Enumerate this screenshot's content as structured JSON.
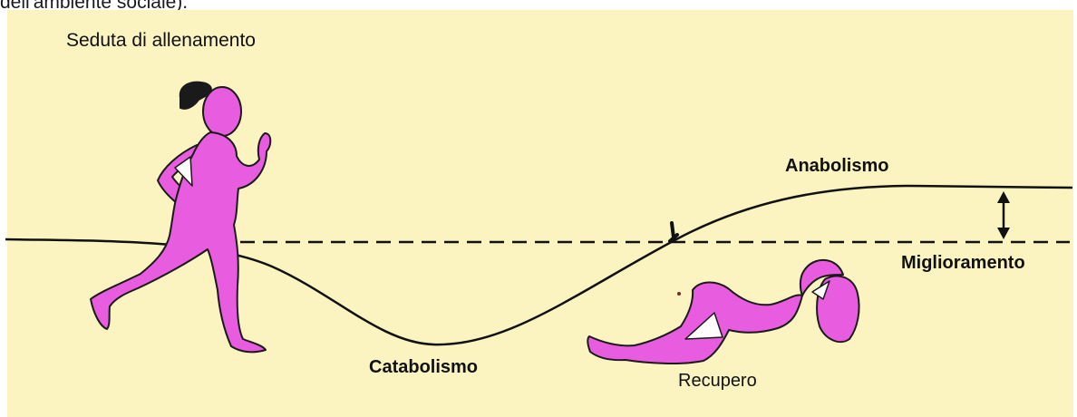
{
  "caption_fragment": "dell'ambiente sociale).",
  "labels": {
    "training_session": "Seduta di allenamento",
    "anabolism": "Anabolismo",
    "improvement": "Miglioramento",
    "catabolism": "Catabolismo",
    "recovery": "Recupero"
  },
  "colors": {
    "background": "#fbf4c1",
    "figure_fill": "#e85ce0",
    "line": "#111111"
  },
  "icons": {
    "runner": "running-woman-icon",
    "recovering": "reclining-woman-icon",
    "arrow": "double-headed-arrow-icon"
  }
}
